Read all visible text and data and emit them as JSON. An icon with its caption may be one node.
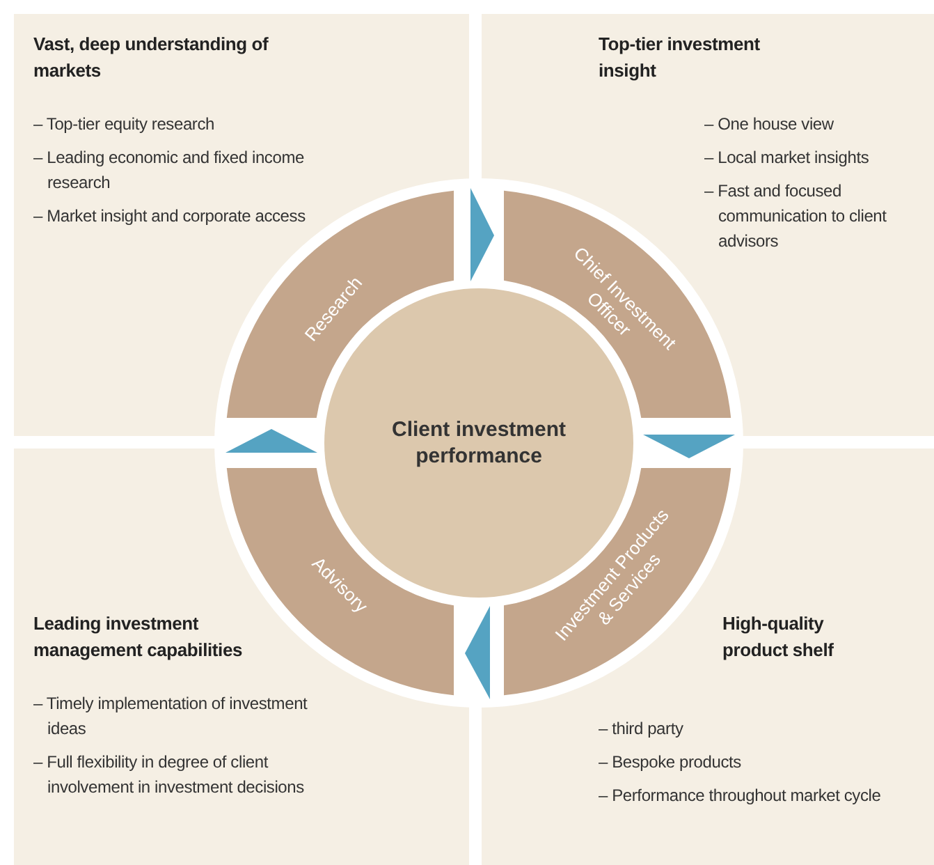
{
  "diagram": {
    "nodes": [
      {
        "text": [
          "Vast, deep understanding of markets",
          "– Top-tier equity research",
          "– Leading economic and fixed income research",
          "– Market insight and corporate access"
        ]
      },
      {
        "text": [
          "Top-tier investment insight",
          "– One house view",
          "– Local market insights",
          "– Fast and focused communication to client advisors"
        ]
      },
      {
        "text": [
          "Leading investment management capabilities",
          "– Timely implementation of investment ideas",
          "– Full flexibility in degree of client involvement in investment decisions"
        ]
      },
      {
        "text": [
          "High-quality product shelf",
          "– third party",
          "– Bespoke products",
          "– Performance throughout market cycle"
        ]
      },
      {
        "text": [
          "Research"
        ],
        "in": 0
      },
      {
        "text": [
          "Chief Investment Officer"
        ],
        "in": 1
      },
      {
        "text": [
          "Investment Products & Services"
        ],
        "in": 3
      },
      {
        "text": [
          "Advisory"
        ],
        "in": 2
      },
      {
        "text": [
          "Client investment performance"
        ]
      }
    ],
    "edges": [
      {
        "from": 4,
        "to": 5,
        "arrow": "to"
      },
      {
        "from": 5,
        "to": 6,
        "arrow": "to"
      },
      {
        "from": 6,
        "to": 7,
        "arrow": "to"
      },
      {
        "from": 7,
        "to": 4,
        "arrow": "to"
      }
    ]
  }
}
